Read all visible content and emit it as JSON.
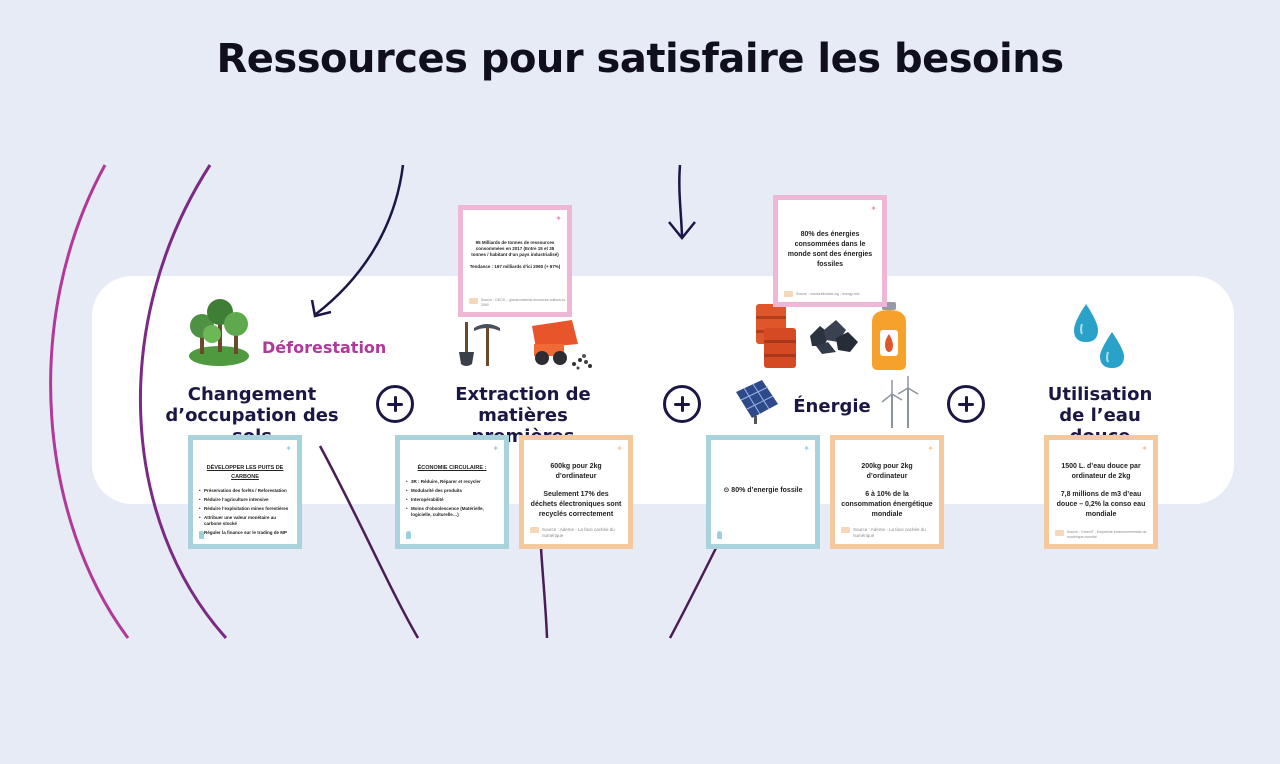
{
  "title": "Ressources pour satisfaire les besoins",
  "categories": {
    "sols": "Changement d’occupation des sols",
    "extraction": "Extraction de matières premières",
    "energie": "Énergie",
    "eau": "Utilisation de l’eau douce"
  },
  "deforestation": "Déforestation",
  "cards": {
    "puits": {
      "heading": "DÉVELOPPER LES PUITS DE CARBONE",
      "items": [
        "Préservation des forêts / Reforestation",
        "Réduire l’agriculture intensive",
        "Réduire l’exploitation mines forestières",
        "Attribuer une valeur monétaire au carbone stocké",
        "Réguler la finance sur le trading de MP"
      ]
    },
    "circulaire": {
      "heading": "ÉCONOMIE CIRCULAIRE :",
      "items": [
        "3R : Réduire, Réparer et recycler",
        "Modularité des produits",
        "Interopérabilité",
        "Moins d’obsolescence (Matérielle, logicielle, culturelle…)"
      ]
    },
    "dechets": {
      "text1": "600kg pour 2kg d’ordinateur",
      "text2": "Seulement 17% des déchets électroniques sont recyclés correctement",
      "source": "Source : Ademe - La face cachée du numérique"
    },
    "milliards": {
      "text1": "95 Milliards de tonnes de ressources consommées en 2017 (Entre 15 et 35 tonnes / habitant d’un pays industrialisé)",
      "text2": "Tendance : 167 milliards d’ici 2060 (+ 67%)",
      "source": "Source : OECD – global-material-resources-outlook-to-2060"
    },
    "fossile_pink": {
      "text": "80% des énergies consommées dans le monde sont des énergies fossiles",
      "source": "Source : ourworldindata.org - energy-mix"
    },
    "fossile_blue": {
      "text": "⊝ 80% d’energie fossile"
    },
    "consommation": {
      "text1": "200kg pour 2kg d’ordinateur",
      "text2": "6 à 10% de la consommation énergétique mondiale",
      "source": "Source : Ademe - La face cachée du numérique"
    },
    "eau": {
      "text1": "1500 L. d’eau douce par ordinateur de 2kg",
      "text2": "7,8 millions de m3 d’eau douce – 0,2% la conso eau mondiale",
      "source": "Source : GreenIT - Empreinte environnementale du numérique mondial"
    }
  },
  "colors": {
    "background": "#e7ebf6",
    "band": "#ffffff",
    "purple": "#b0399a",
    "navy": "#1b1745",
    "blue_border": "#a8d3dd",
    "orange_border": "#f4c99e",
    "pink_border": "#efb7d6"
  }
}
